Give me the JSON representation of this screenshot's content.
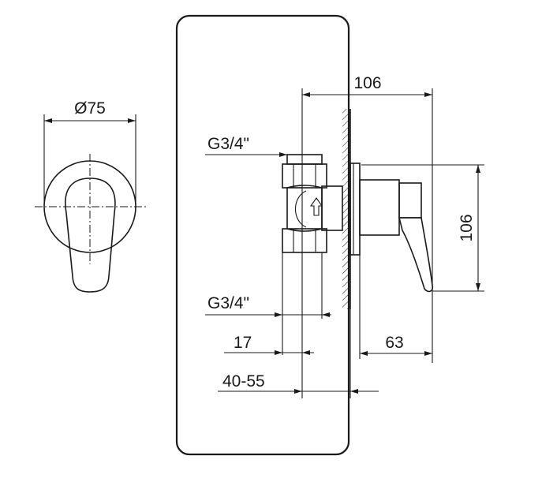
{
  "diagram": {
    "labels": {
      "diameter": "Ø75",
      "depth_total": "106",
      "height_total": "106",
      "inlet_top": "G3/4\"",
      "inlet_bottom": "G3/4\"",
      "offset": "17",
      "projection": "63",
      "install_depth": "40-55"
    }
  }
}
